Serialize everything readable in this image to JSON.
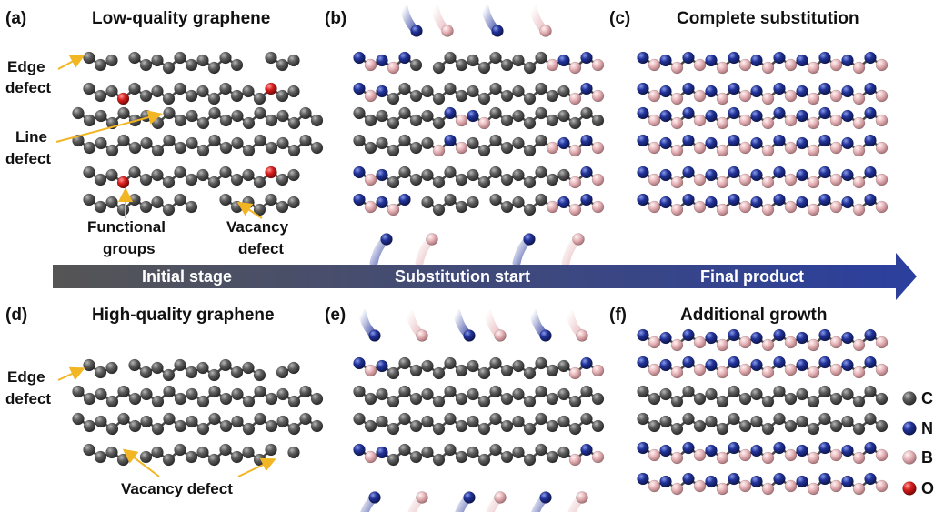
{
  "panels": {
    "a": {
      "letter": "(a)",
      "title": "Low-quality graphene"
    },
    "b": {
      "letter": "(b)",
      "title": ""
    },
    "c": {
      "letter": "(c)",
      "title": "Complete substitution"
    },
    "d": {
      "letter": "(d)",
      "title": "High-quality graphene"
    },
    "e": {
      "letter": "(e)",
      "title": ""
    },
    "f": {
      "letter": "(f)",
      "title": "Additional growth"
    }
  },
  "annotations": {
    "edge_defect_a": [
      "Edge",
      "defect"
    ],
    "line_defect": [
      "Line",
      "defect"
    ],
    "functional_groups": [
      "Functional",
      "groups"
    ],
    "vacancy_defect_a": [
      "Vacancy",
      "defect"
    ],
    "edge_defect_d": [
      "Edge",
      "defect"
    ],
    "vacancy_defect_d": "Vacancy defect"
  },
  "stage_arrow": {
    "labels": [
      "Initial stage",
      "Substitution start",
      "Final product"
    ],
    "colors": {
      "start": "#555555",
      "end": "#2b3f9e"
    }
  },
  "legend": [
    {
      "symbol": "C",
      "color": "#5a5a5a"
    },
    {
      "symbol": "N",
      "color": "#22339a"
    },
    {
      "symbol": "B",
      "color": "#e6b4b8"
    },
    {
      "symbol": "O",
      "color": "#d81e1e"
    }
  ],
  "atom_colors": {
    "C": "#5a5a5a",
    "N": "#22339a",
    "B": "#e6b4b8",
    "O": "#d81e1e"
  },
  "accent": "#f2b523"
}
